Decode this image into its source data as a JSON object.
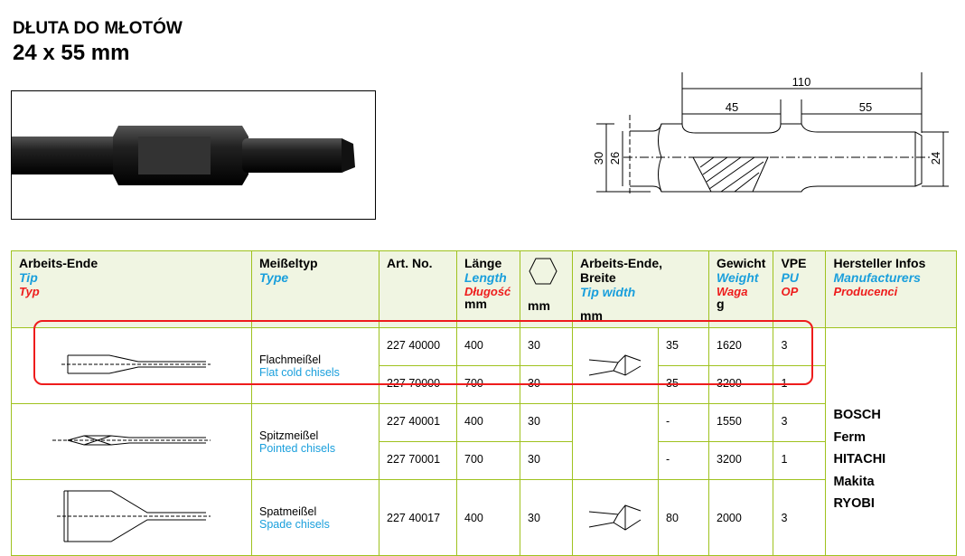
{
  "title": "DŁUTA DO MŁOTÓW",
  "subtitle": "24 x 55 mm",
  "drawing": {
    "dim_total": "110",
    "dim_left": "45",
    "dim_right": "55",
    "dim_height_outer": "30",
    "dim_height_inner": "26",
    "dim_shank": "24"
  },
  "headers": {
    "tip": {
      "de": "Arbeits-Ende",
      "en": "Tip",
      "pl": "Typ"
    },
    "type": {
      "de": "Meißeltyp",
      "en": "Type"
    },
    "artno": {
      "de": "Art. No."
    },
    "length": {
      "de": "Länge",
      "en": "Length",
      "pl": "Długość",
      "unit": "mm"
    },
    "hex": {
      "unit": "mm"
    },
    "tipwidth": {
      "de": "Arbeits-Ende, Breite",
      "en": "Tip width",
      "unit": "mm"
    },
    "weight": {
      "de": "Gewicht",
      "en": "Weight",
      "pl": "Waga",
      "unit": "g"
    },
    "pu": {
      "de": "VPE",
      "en": "PU",
      "pl": "OP"
    },
    "mfr": {
      "de": "Hersteller Infos",
      "en": "Manufacturers",
      "pl": "Producenci"
    }
  },
  "groups": [
    {
      "de": "Flachmeißel",
      "en": "Flat cold chisels",
      "rows": [
        {
          "art": "227 40000",
          "len": "400",
          "hex": "30",
          "width": "35",
          "weight": "1620",
          "pu": "3"
        },
        {
          "art": "227 70000",
          "len": "700",
          "hex": "30",
          "width": "35",
          "weight": "3200",
          "pu": "1"
        }
      ]
    },
    {
      "de": "Spitzmeißel",
      "en": "Pointed chisels",
      "rows": [
        {
          "art": "227 40001",
          "len": "400",
          "hex": "30",
          "width": "-",
          "weight": "1550",
          "pu": "3"
        },
        {
          "art": "227 70001",
          "len": "700",
          "hex": "30",
          "width": "-",
          "weight": "3200",
          "pu": "1"
        }
      ]
    },
    {
      "de": "Spatmeißel",
      "en": "Spade chisels",
      "rows": [
        {
          "art": "227 40017",
          "len": "400",
          "hex": "30",
          "width": "80",
          "weight": "2000",
          "pu": "3"
        }
      ]
    }
  ],
  "manufacturers": [
    "BOSCH",
    "Ferm",
    "HITACHI",
    "Makita",
    "RYOBI"
  ]
}
